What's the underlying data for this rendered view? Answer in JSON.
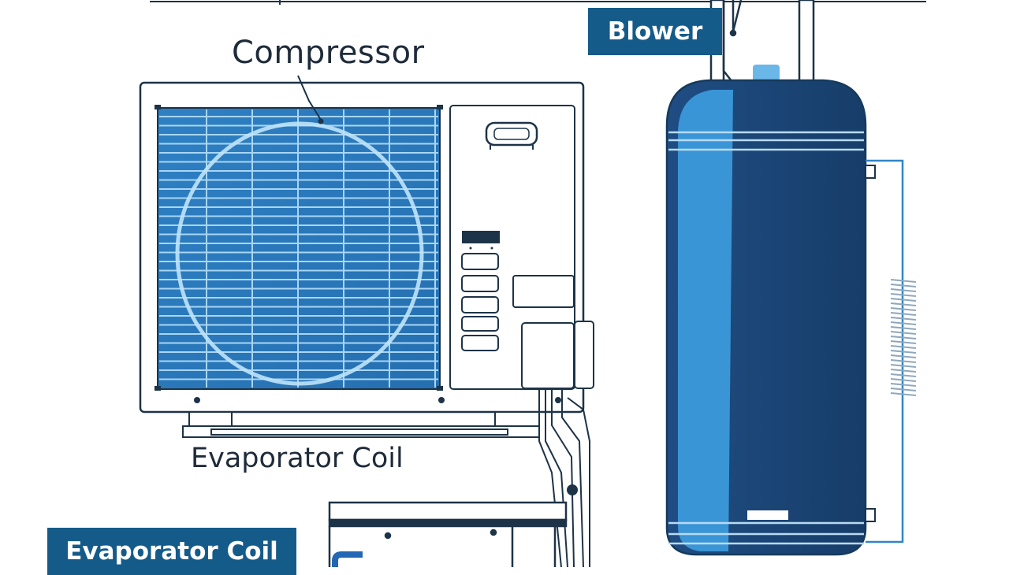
{
  "labels": {
    "compressor": "Compressor",
    "evaporator_coil_plain": "Evaporator Coil",
    "blower_tag": "Blower",
    "evaporator_coil_tag": "Evaporator Coil"
  },
  "colors": {
    "navy": "#163a5c",
    "tag_bg": "#155b8a",
    "coil_blue": "#2f86c8",
    "coil_grid": "#a9d6f3",
    "line": "#1d3347",
    "tank_dark": "#1a4474",
    "tank_light": "#3a95d6"
  },
  "icons": {
    "unit_logo": "rounded-badge-icon",
    "display": "lcd-display-icon"
  }
}
